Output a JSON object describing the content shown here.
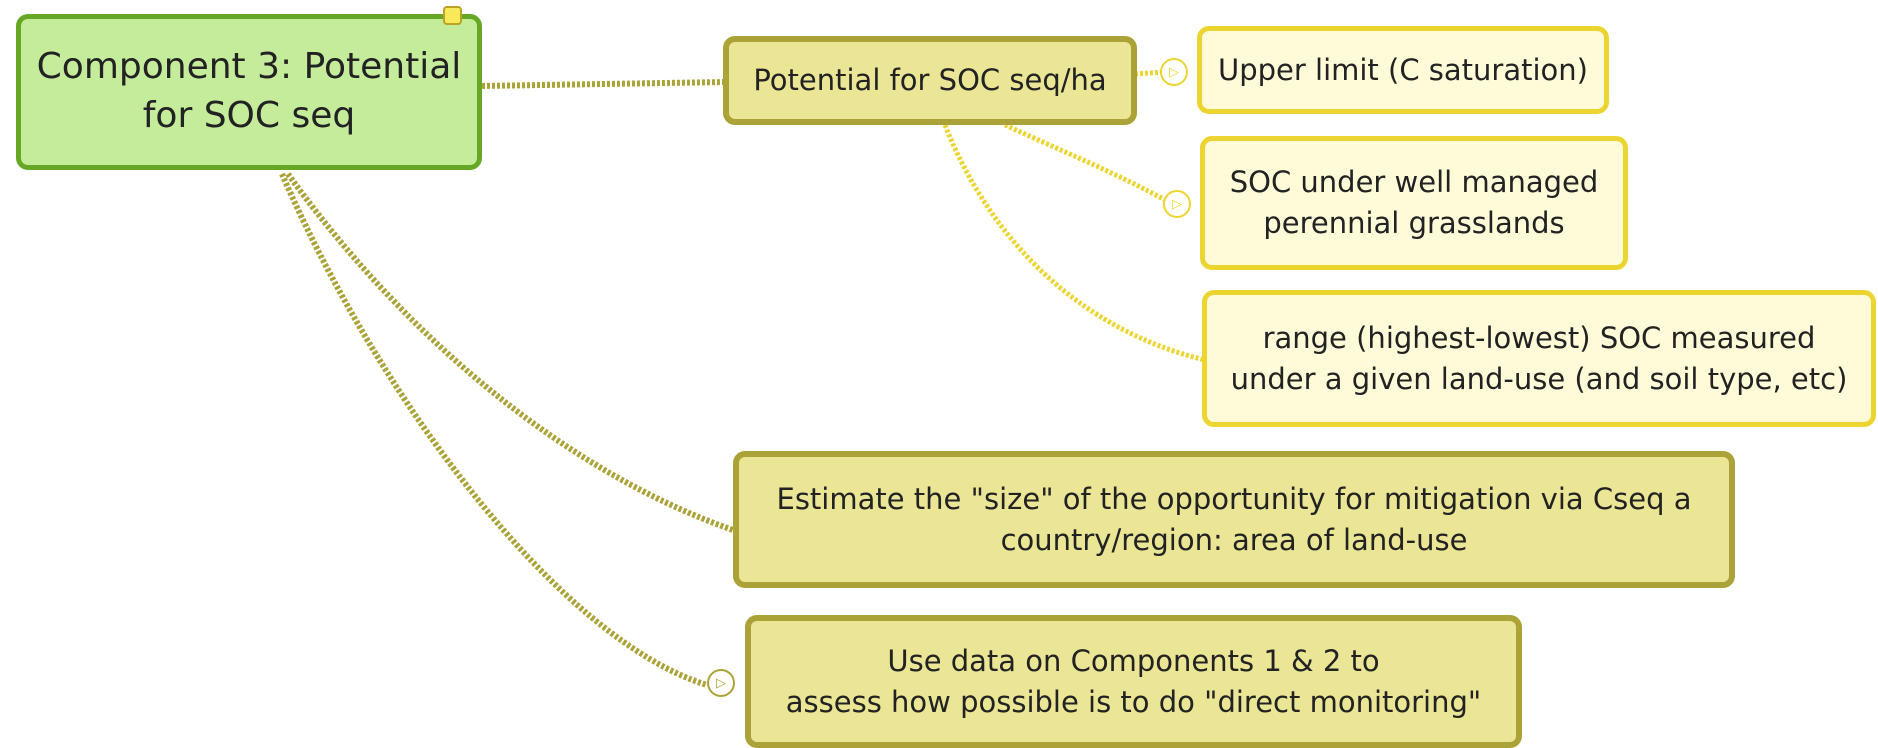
{
  "nodes": {
    "root": "Component 3: Potential\nfor SOC seq",
    "potential_per_ha": "Potential for SOC seq/ha",
    "upper_limit": "Upper limit (C saturation)",
    "well_managed": "SOC under well managed\nperennial grasslands",
    "range_measured": "range (highest-lowest) SOC measured\nunder a given land-use (and soil type, etc)",
    "estimate_size": "Estimate the \"size\" of the opportunity for mitigation via Cseq a\ncountry/region: area of land-use",
    "use_data": "Use data on Components 1 & 2 to\nassess how possible is to do \"direct monitoring\""
  },
  "icons": {
    "connector_marker": "play-circle-icon",
    "root_handle": "resize-handle-icon"
  },
  "colors": {
    "root_fill": "#c4ec9b",
    "root_border": "#66a826",
    "olive_fill": "#ebe596",
    "olive_border": "#aba337",
    "yellow_fill": "#fffbd8",
    "yellow_border": "#ecd431"
  }
}
